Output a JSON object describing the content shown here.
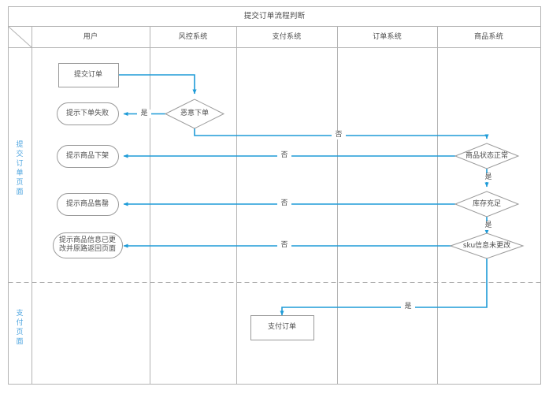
{
  "diagram": {
    "title": "提交订单流程判断",
    "columns": [
      {
        "label": ""
      },
      {
        "label": "用户"
      },
      {
        "label": "风控系统"
      },
      {
        "label": "支付系统"
      },
      {
        "label": "订单系统"
      },
      {
        "label": "商品系统"
      }
    ],
    "phases": [
      {
        "label": "提交订单页面"
      },
      {
        "label": "支付页面"
      }
    ],
    "nodes": [
      {
        "id": "submit-order",
        "label": "提交订单",
        "shape": "rect",
        "lane": "用户"
      },
      {
        "id": "tip-order-failed",
        "label": "提示下单失败",
        "shape": "rounded",
        "lane": "用户"
      },
      {
        "id": "tip-item-offshelf",
        "label": "提示商品下架",
        "shape": "rounded",
        "lane": "用户"
      },
      {
        "id": "tip-item-soldout",
        "label": "提示商品售罄",
        "shape": "rounded",
        "lane": "用户"
      },
      {
        "id": "tip-item-changed-1",
        "label": "提示商品信息已更",
        "shape": "rounded",
        "lane": "用户"
      },
      {
        "id": "tip-item-changed-2",
        "label": "改并原路返回页面",
        "shape": "rounded",
        "lane": "用户"
      },
      {
        "id": "malicious-order",
        "label": "恶意下单",
        "shape": "diamond",
        "lane": "风控系统"
      },
      {
        "id": "item-status-ok",
        "label": "商品状态正常",
        "shape": "diamond",
        "lane": "商品系统"
      },
      {
        "id": "stock-enough",
        "label": "库存充足",
        "shape": "diamond",
        "lane": "商品系统"
      },
      {
        "id": "sku-unchanged",
        "label": "sku信息未更改",
        "shape": "diamond",
        "lane": "商品系统"
      },
      {
        "id": "pay-order",
        "label": "支付订单",
        "shape": "rect",
        "lane": "支付系统"
      }
    ],
    "edge_labels": [
      {
        "id": "yes-malicious",
        "label": "是"
      },
      {
        "id": "no-malicious",
        "label": "否"
      },
      {
        "id": "no-item-status",
        "label": "否"
      },
      {
        "id": "yes-item-status",
        "label": "是"
      },
      {
        "id": "no-stock",
        "label": "否"
      },
      {
        "id": "yes-stock",
        "label": "是"
      },
      {
        "id": "no-sku",
        "label": "否"
      },
      {
        "id": "yes-sku",
        "label": "是"
      }
    ],
    "colors": {
      "connector": "#1e9bd7",
      "border": "#b3b3b3",
      "shape_border": "#9a9a9a",
      "text": "#4d4d4d",
      "phase_text": "#4aa3df",
      "background": "#ffffff"
    }
  }
}
